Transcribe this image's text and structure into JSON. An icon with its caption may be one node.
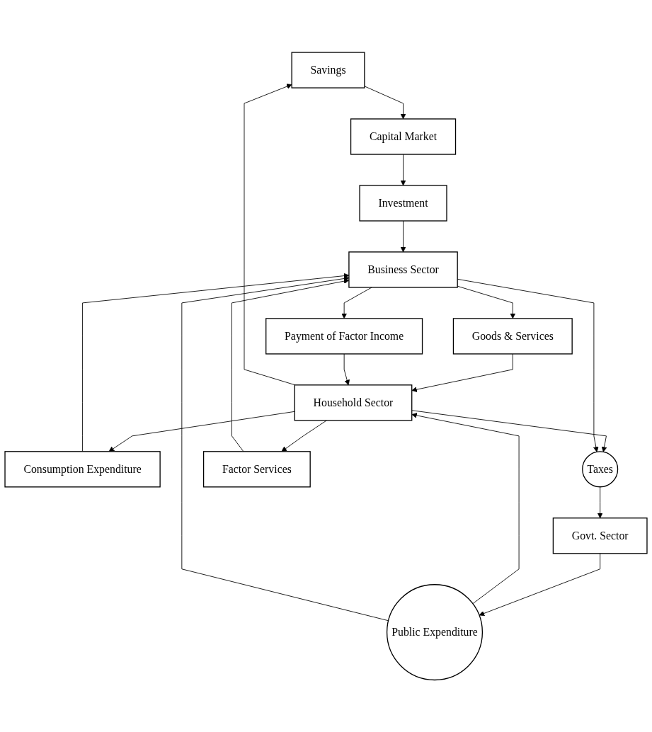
{
  "diagram": {
    "nodes": [
      {
        "text": [
          "Savings"
        ]
      },
      {
        "text": [
          "Capital Market"
        ]
      },
      {
        "text": [
          "Investment"
        ]
      },
      {
        "text": [
          "Consumption Expenditure"
        ]
      },
      {
        "text": [
          "Goods & Services"
        ]
      },
      {
        "text": [
          "Taxes"
        ]
      },
      {
        "text": [
          "Household Sector"
        ]
      },
      {
        "text": [
          "Govt. Sector"
        ]
      },
      {
        "text": [
          "Business Sector"
        ]
      },
      {
        "text": [
          "Public Expenditure"
        ]
      },
      {
        "text": [
          "Factor Services"
        ]
      },
      {
        "text": [
          "Payment of Factor Income"
        ]
      }
    ],
    "edges": [
      {
        "from": 6,
        "to": 0,
        "arrow": "to"
      },
      {
        "from": 0,
        "to": 1,
        "arrow": "to"
      },
      {
        "from": 1,
        "to": 2,
        "arrow": "to"
      },
      {
        "from": 2,
        "to": 8,
        "arrow": "to"
      },
      {
        "from": 6,
        "to": 3,
        "arrow": "to"
      },
      {
        "from": 3,
        "to": 8,
        "arrow": "to"
      },
      {
        "from": 8,
        "to": 4,
        "arrow": "to"
      },
      {
        "from": 4,
        "to": 6,
        "arrow": "to"
      },
      {
        "from": 6,
        "to": 5,
        "arrow": "to"
      },
      {
        "from": 8,
        "to": 5,
        "arrow": "to"
      },
      {
        "from": 5,
        "to": 7,
        "arrow": "to"
      },
      {
        "from": 7,
        "to": 9,
        "arrow": "to"
      },
      {
        "from": 9,
        "to": 6,
        "arrow": "to"
      },
      {
        "from": 9,
        "to": 8,
        "arrow": "to"
      },
      {
        "from": 6,
        "to": 10,
        "arrow": "to"
      },
      {
        "from": 10,
        "to": 8,
        "arrow": "to"
      },
      {
        "from": 8,
        "to": 11,
        "arrow": "to"
      },
      {
        "from": 11,
        "to": 6,
        "arrow": "to"
      }
    ]
  }
}
